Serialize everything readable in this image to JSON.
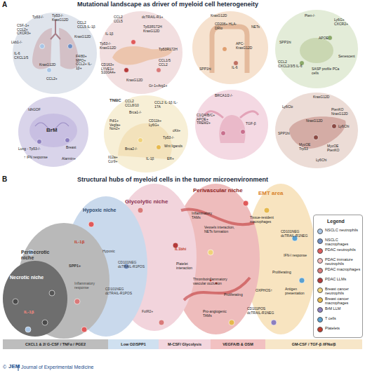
{
  "diagram": {
    "nodes": [
      {
        "text": [
          "Tp53-/-",
          "Tp53-/- KrasG12D",
          "CSF-1+ CCL2+ CXCR3+",
          "CCL2 CCL5 IL-1β",
          "KrasG12D",
          "Lkb1-/-",
          "IL-6 CXCL1/5",
          "F4/80+ MPO+ CCL2+ IL-1β+",
          "KrasG12D",
          "CCL2+"
        ]
      },
      {
        "text": [
          "CCL2 CCL5",
          "dcTRAIL-R1+",
          "IL-1β",
          "Tp53R172H KrasG12D",
          "Tp53-/- KrasG12D",
          "CD163+ LYVE1+ S100A4+",
          "KrasG12D",
          "Tp53R172H",
          "CCL1/5 CCL2",
          "Gr-1+Arg1+"
        ]
      },
      {
        "text": [
          "KrasG12D",
          "CD206+ HLA-DRlo",
          "NETs",
          "APC- KrasG12D",
          "IL-6",
          "SPP1hi"
        ]
      },
      {
        "text": [
          "Pten-/-",
          "Ly6G+ CXCR2+",
          "APOE",
          "SPP1hi",
          "Senescent",
          "CCL2 CXCL2/3/5 IL-6",
          "SASP profile PCa cells"
        ]
      },
      {
        "text": [
          "IdhGOF",
          "BrM",
          "Lung - Tp53-/-",
          "Breast",
          "↑ IFN response",
          "Alarmin+"
        ]
      },
      {
        "text": [
          "TNBC",
          "CCL2 CCL8/10",
          "CCL2 IL-1β IL-17A",
          "Brca1-/-",
          "Pdl1+ Vegfa+ Nos2+",
          "CD11b+ Ly6G+",
          "cKit+",
          "Tp53-/-",
          "Wnt ligands",
          "Brca2-/-",
          "Il12a+ Ccr9+",
          "IL-1β",
          "ER+"
        ]
      },
      {
        "text": [
          "BRCA1/2-/-",
          "C1QA/B/C+ APOE+ TREM2+",
          "TGF-β"
        ]
      },
      {
        "text": [
          "KrasG12D",
          "Ly6Clo",
          "PtenKO NrasG12D",
          "NrasG12D",
          "Ly6Chi",
          "SPP1hi",
          "MycOE Trp53",
          "MycOE PtenKO",
          "Ly6Chi"
        ]
      },
      {
        "text": [
          "Necrotic niche",
          "IL-1β"
        ]
      },
      {
        "text": [
          "Perinecrotic niche",
          "Inflammatory response"
        ]
      },
      {
        "text": [
          "Hypoxic niche",
          "IL-1β",
          "SPP1+",
          "Hypoxic",
          "CD101NEG dcTRAIL-R1POS"
        ]
      },
      {
        "text": [
          "Glycolytic niche",
          "CD101NEG dcTRAIL-R1POS",
          "FolR2+"
        ]
      },
      {
        "text": [
          "Perivascular niche",
          "Inflammatory TAMs",
          "Vessels interaction, NETs formation",
          "IL1bhi",
          "Platelet interaction",
          "Thromboinflammatory vascular occlusion",
          "Proliferating",
          "Pro-angiogenic TAMs"
        ]
      },
      {
        "text": [
          "EMT area",
          "Tissue-resident macrophages",
          "CD101NEG dcTRAIL-R1NEG",
          "IFN-I response",
          "Proliferating",
          "OXPHOS↑",
          "Antigen presentation",
          "CD101POS dcTRAIL-R1NEG"
        ]
      },
      {
        "text": [
          "CXCL1 & 2/ G-CSF / TNFα / PGE2"
        ]
      },
      {
        "text": [
          "Low O2/SPP1"
        ]
      },
      {
        "text": [
          "M-CSF/ Glycolysis"
        ]
      },
      {
        "text": [
          "VEGFA/B & OSM"
        ]
      },
      {
        "text": [
          "GM-CSF / TGF-β /IFNα/β"
        ]
      }
    ],
    "labels": [
      "A",
      "Mutational landscape as driver of myeloid cell heterogeneity",
      "B",
      "Structural hubs of myeloid cells in the tumor microenvironment",
      "Legend",
      "©",
      "JEM",
      "Journal of Experimental Medicine"
    ],
    "legend": [
      {
        "text": "NSCLC neutrophils",
        "color": "#a9c6e6"
      },
      {
        "text": "NSCLC macrophages",
        "color": "#6f8fc4"
      },
      {
        "text": "PDAC neutrophils",
        "color": "#e05a5a"
      },
      {
        "text": "PDAC immature neutrophils",
        "color": "#f2b8b8"
      },
      {
        "text": "PDAC macrophages",
        "color": "#d97a7a"
      },
      {
        "text": "PDAC LLMs",
        "color": "#b53a3a"
      },
      {
        "text": "Breast cancer neutrophils",
        "color": "#f0d27a"
      },
      {
        "text": "Breast cancer macrophages",
        "color": "#e6b94d"
      },
      {
        "text": "BrM LLM",
        "color": "#8c7fbf"
      },
      {
        "text": "T cells",
        "color": "#5aa0d0"
      },
      {
        "text": "Platelets",
        "color": "#c0392b"
      }
    ]
  }
}
